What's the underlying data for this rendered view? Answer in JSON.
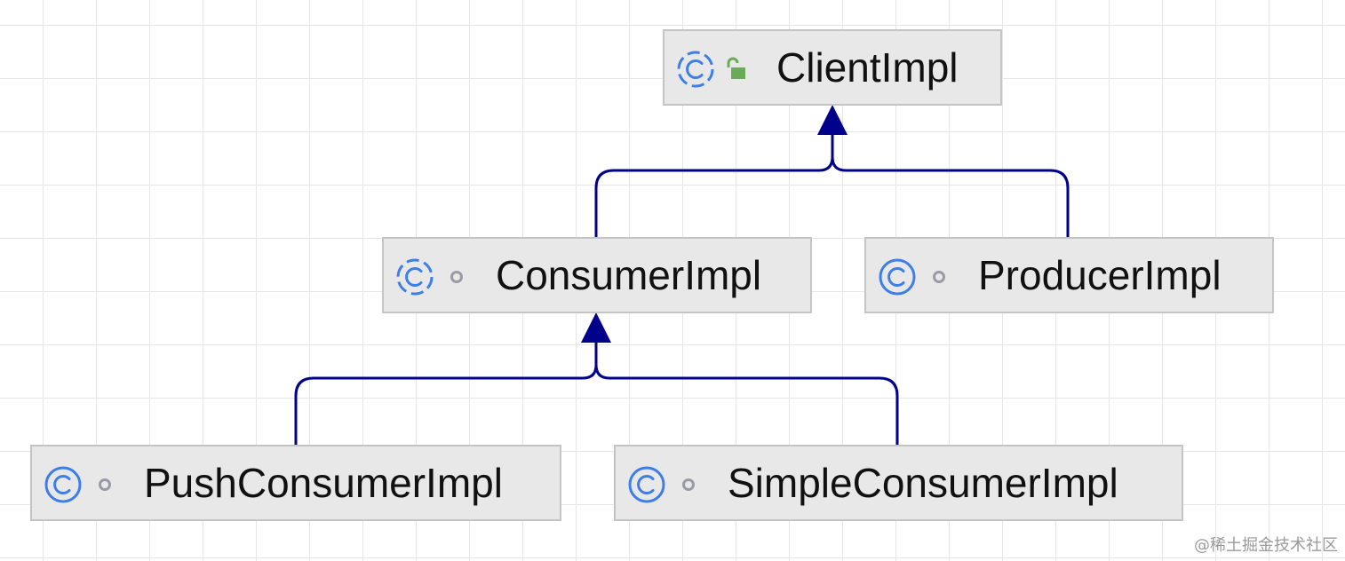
{
  "diagram": {
    "nodes": [
      {
        "id": "client",
        "label": "ClientImpl",
        "class_icon": "abstract-class-icon",
        "modifier_icon": "public-unlock-icon"
      },
      {
        "id": "consumer",
        "label": "ConsumerImpl",
        "class_icon": "abstract-class-icon",
        "modifier_icon": "package-private-dot-icon"
      },
      {
        "id": "producer",
        "label": "ProducerImpl",
        "class_icon": "class-icon",
        "modifier_icon": "package-private-dot-icon"
      },
      {
        "id": "push",
        "label": "PushConsumerImpl",
        "class_icon": "class-icon",
        "modifier_icon": "package-private-dot-icon"
      },
      {
        "id": "simple",
        "label": "SimpleConsumerImpl",
        "class_icon": "class-icon",
        "modifier_icon": "package-private-dot-icon"
      }
    ],
    "edges": [
      {
        "from": "consumer",
        "to": "client",
        "type": "extends"
      },
      {
        "from": "producer",
        "to": "client",
        "type": "extends"
      },
      {
        "from": "push",
        "to": "consumer",
        "type": "extends"
      },
      {
        "from": "simple",
        "to": "consumer",
        "type": "extends"
      }
    ]
  },
  "colors": {
    "edge": "#00008b",
    "class_icon": "#3d7ee8",
    "unlock_icon": "#6aab5a",
    "dot_icon": "#9a9aa6",
    "node_fill": "#e8e8e8",
    "node_border": "#c4c4c4"
  },
  "watermark": "@稀土掘金技术社区"
}
